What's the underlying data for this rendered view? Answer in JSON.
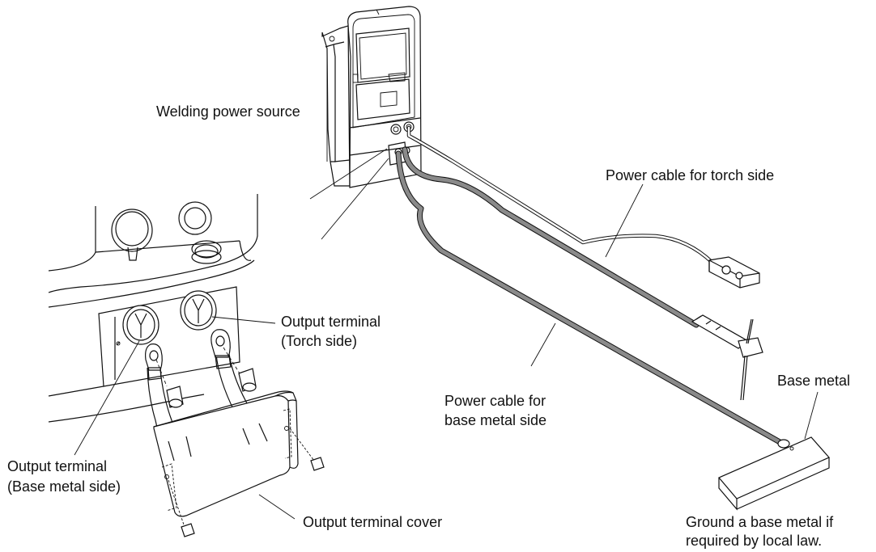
{
  "labels": {
    "power_source": "Welding power source",
    "cable_torch": "Power cable for torch side",
    "terminal_torch_line1": "Output terminal",
    "terminal_torch_line2": "(Torch side)",
    "base_metal": "Base metal",
    "cable_base_line1": "Power cable for",
    "cable_base_line2": "base metal side",
    "terminal_base_line1": "Output terminal",
    "terminal_base_line2": "(Base metal side)",
    "terminal_cover": "Output terminal cover",
    "ground_note_line1": "Ground a base metal if",
    "ground_note_line2": "required by local law."
  },
  "colors": {
    "line": "#111111",
    "cable_fill": "#8a8a8a",
    "background": "#ffffff"
  }
}
